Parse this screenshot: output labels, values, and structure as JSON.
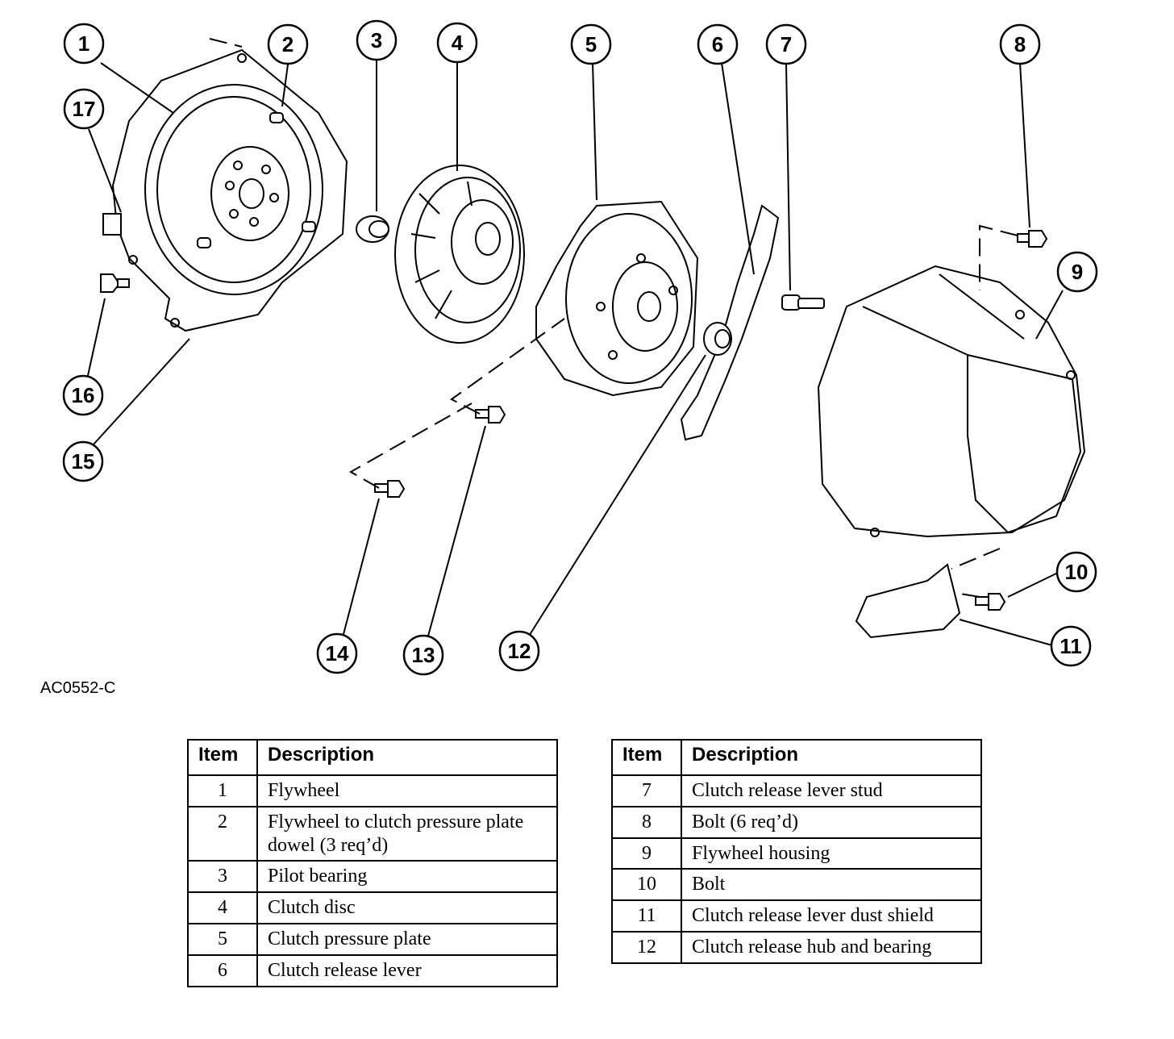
{
  "figure_code": "AC0552-C",
  "callouts": [
    "1",
    "2",
    "3",
    "4",
    "5",
    "6",
    "7",
    "8",
    "9",
    "10",
    "11",
    "12",
    "13",
    "14",
    "15",
    "16",
    "17"
  ],
  "table_headers": {
    "item": "Item",
    "description": "Description"
  },
  "legend_left": [
    {
      "item": "1",
      "description": "Flywheel"
    },
    {
      "item": "2",
      "description": "Flywheel to clutch pressure plate dowel (3 req’d)"
    },
    {
      "item": "3",
      "description": "Pilot bearing"
    },
    {
      "item": "4",
      "description": "Clutch disc"
    },
    {
      "item": "5",
      "description": "Clutch pressure plate"
    },
    {
      "item": "6",
      "description": "Clutch release lever"
    }
  ],
  "legend_right": [
    {
      "item": "7",
      "description": "Clutch release lever stud"
    },
    {
      "item": "8",
      "description": "Bolt (6 req’d)"
    },
    {
      "item": "9",
      "description": "Flywheel housing"
    },
    {
      "item": "10",
      "description": "Bolt"
    },
    {
      "item": "11",
      "description": "Clutch release lever dust shield"
    },
    {
      "item": "12",
      "description": "Clutch release hub and bearing"
    }
  ]
}
